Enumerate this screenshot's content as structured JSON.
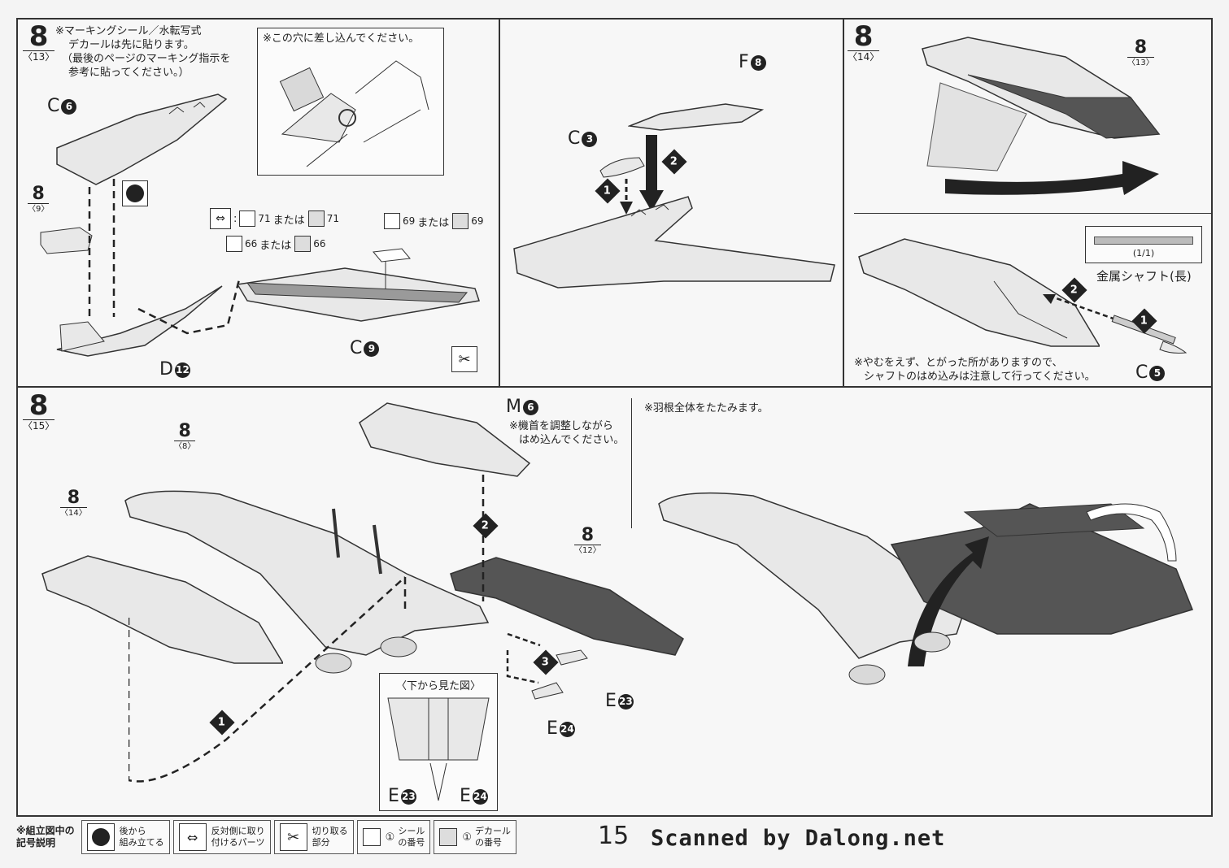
{
  "page": {
    "page_number": "15",
    "credit": "Scanned by Dalong.net"
  },
  "step13": {
    "step_num": "8",
    "sub_num": "〈13〉",
    "note_lines": [
      "※マーキングシール／水転写式",
      "デカールは先に貼ります。",
      "（最後のページのマーキング指示を",
      "参考に貼ってください。）"
    ],
    "inset_note": "※この穴に差し込んでください。",
    "ref_step": "8",
    "ref_sub": "〈9〉",
    "parts": {
      "c6": "C",
      "c6n": "6",
      "d12": "D",
      "d12n": "12",
      "c9": "C",
      "c9n": "9"
    },
    "sticker_row1": ":",
    "sticker_a": "71",
    "or1": "または",
    "decal_a": "71",
    "sticker_b": "66",
    "or2": "または",
    "decal_b": "66",
    "sticker_c": "69",
    "or3": "または",
    "decal_c": "69"
  },
  "step13b": {
    "parts": {
      "f8": "F",
      "f8n": "8",
      "c3": "C",
      "c3n": "3"
    },
    "arrow1": "1",
    "arrow2": "2"
  },
  "step14": {
    "step_num": "8",
    "sub_num": "〈14〉",
    "ref_step": "8",
    "ref_sub": "〈13〉",
    "shaft_scale": "(1/1)",
    "shaft_label": "金属シャフト(長)",
    "arrow1": "1",
    "arrow2": "2",
    "note_lines": [
      "※やむをえず、とがった所がありますので、",
      "シャフトのはめ込みは注意して行ってください。"
    ],
    "parts": {
      "c5": "C",
      "c5n": "5"
    }
  },
  "step15": {
    "step_num": "8",
    "sub_num": "〈15〉",
    "ref_a": "8",
    "ref_a_sub": "〈8〉",
    "ref_b": "8",
    "ref_b_sub": "〈14〉",
    "ref_c": "8",
    "ref_c_sub": "〈12〉",
    "m6": "M",
    "m6n": "6",
    "m6_note": [
      "※機首を調整しながら",
      "はめ込んでください。"
    ],
    "fold_note": "※羽根全体をたたみます。",
    "bottom_view": "〈下から見た図〉",
    "e23": "E",
    "e23n": "23",
    "e24": "E",
    "e24n": "24",
    "arrow1": "1",
    "arrow2": "2",
    "arrow3": "3"
  },
  "legend": {
    "title_lines": [
      "※組立図中の",
      "記号説明"
    ],
    "items": [
      {
        "icon": "rear-assembly-icon",
        "lines": [
          "後から",
          "組み立てる"
        ]
      },
      {
        "icon": "opposite-side-icon",
        "lines": [
          "反対側に取り",
          "付けるパーツ"
        ]
      },
      {
        "icon": "cut-icon",
        "lines": [
          "切り取る",
          "部分"
        ]
      },
      {
        "icon": "sticker-icon",
        "num": "①",
        "lines": [
          "シール",
          "の番号"
        ]
      },
      {
        "icon": "decal-icon",
        "num": "①",
        "lines": [
          "デカール",
          "の番号"
        ]
      }
    ]
  }
}
